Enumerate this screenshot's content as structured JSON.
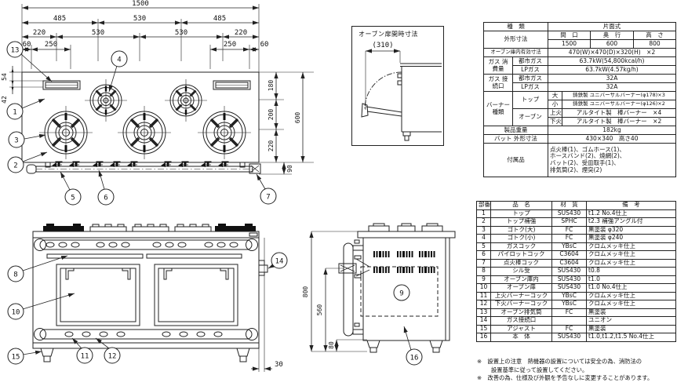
{
  "top_view": {
    "dims": {
      "w1500": "1500",
      "a485": "485",
      "a530": "530",
      "b485": "485",
      "b220": "220",
      "c530": "530",
      "d530": "530",
      "c220": "220",
      "e60": "60",
      "e250": "250",
      "f250": "250",
      "f60": "60",
      "v54": "54",
      "v42": "42",
      "r180": "180",
      "r200": "200",
      "r220": "220",
      "r600": "600",
      "r90": "90"
    },
    "callouts": {
      "c1": "1",
      "c2": "2",
      "c3": "3",
      "c4": "4",
      "c5": "5",
      "c6": "6",
      "c7": "7",
      "c13": "13"
    }
  },
  "oven_box": {
    "title": "オーブン扉開時寸法",
    "dim": "(310)"
  },
  "front_view": {
    "dims": {
      "d30": "30"
    },
    "callouts": {
      "c8": "8",
      "c10": "10",
      "c11": "11",
      "c12": "12",
      "c14": "14",
      "c15": "15"
    }
  },
  "side_view": {
    "dims": {
      "d800": "800",
      "d560": "560",
      "d80": "80"
    },
    "callouts": {
      "c9": "9",
      "c16": "16"
    }
  },
  "spec_table": {
    "kind_label": "種　類",
    "kind_value": "片面式",
    "outer_label": "外形寸法",
    "col_w": "間　口",
    "col_d": "奥　行",
    "col_h": "高　さ",
    "w": "1500",
    "d": "600",
    "h": "800",
    "oven_label": "オーブン庫内有効寸法",
    "oven_value": "470(W)×470(D)×320(H)　×2",
    "gas_use_label": "ガス 消費量",
    "city_gas": "都市ガス",
    "lp_gas": "LPガス",
    "city_use": "63.7kW(54,800kcal/h)",
    "lp_use": "63.7kW(4.57kg/h)",
    "gas_conn_label": "ガス 接続口",
    "city_conn": "32A",
    "lp_conn": "32A",
    "burner_label": "バーナー 種類",
    "top_label": "トップ",
    "oven_burner_label": "オーブン",
    "large": "大",
    "small": "小",
    "upper": "上火",
    "lower": "下火",
    "top_large": "鋳鉄製 ユニバーサルバーナー(φ178)×3",
    "top_small": "鋳鉄製 ユニバーサルバーナー(φ126)×2",
    "oven_upper": "アルタイト製　棒バーナー　×4",
    "oven_lower": "アルタイト製　棒バーナー　×2",
    "weight_label": "製品重量",
    "weight": "182kg",
    "bat_label": "バット 外形寸法",
    "bat_value": "430×340　高さ40",
    "acc_label": "付属品",
    "acc1": "点火棒(1)、ゴムホース(1)、",
    "acc2": "ホースバンド(2)、焼網(2)、",
    "acc3": "バット(2)、受皿取手(1)、",
    "acc4": "排気筒(2)、煙突(2)"
  },
  "parts_table": {
    "headers": [
      "部番",
      "品　名",
      "材　質",
      "備　考"
    ],
    "rows": [
      [
        "1",
        "トップ",
        "SUS430",
        "t1.2 No.4仕上"
      ],
      [
        "2",
        "トップ補強",
        "SPHC",
        "t2.3 補強アングル付"
      ],
      [
        "3",
        "ゴトク(大)",
        "FC",
        "黒塗装 φ320"
      ],
      [
        "4",
        "ゴトク(小)",
        "FC",
        "黒塗装 φ240"
      ],
      [
        "5",
        "ガスコック",
        "YBsC",
        "クロムメッキ仕上"
      ],
      [
        "6",
        "パイロットコック",
        "C3604",
        "クロムメッキ仕上"
      ],
      [
        "7",
        "点火棒コック",
        "C3604",
        "クロムメッキ仕上"
      ],
      [
        "8",
        "シル受",
        "SUS430",
        "t0.8"
      ],
      [
        "9",
        "オーブン庫内",
        "SUS430",
        "t1.0"
      ],
      [
        "10",
        "オーブン扉",
        "SUS430",
        "t1.0 No.4仕上"
      ],
      [
        "11",
        "上火バーナーコック",
        "YBsC",
        "クロムメッキ仕上"
      ],
      [
        "12",
        "下火バーナーコック",
        "YBsC",
        "クロムメッキ仕上"
      ],
      [
        "13",
        "オーブン排気筒",
        "FC",
        "黒塗装"
      ],
      [
        "14",
        "ガス接続口",
        "",
        "ユニオン"
      ],
      [
        "15",
        "アジャスト",
        "FC",
        "黒塗装"
      ],
      [
        "16",
        "本　体",
        "SUS430",
        "t1.0,t1.2,t1.5 No.4仕上"
      ]
    ]
  },
  "notes": {
    "n1": "※　設置上の注意　熱機器の設置については安全の為、消防法の",
    "n2": "設置基準に従って設置してください。",
    "n3": "※　改善の為、仕様及び外観を予告なしに変更することがあります。"
  }
}
